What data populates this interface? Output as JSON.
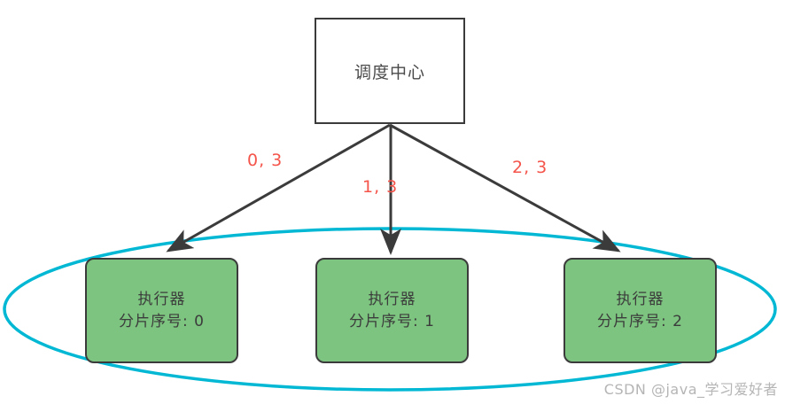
{
  "diagram": {
    "type": "flow-diagram",
    "scheduler": {
      "label": "调度中心",
      "shape": "rectangle",
      "fill": "#ffffff",
      "stroke": "#3b3b3b"
    },
    "group_ellipse": {
      "stroke": "#00b8d4",
      "fill": "none"
    },
    "executors": [
      {
        "title": "执行器",
        "shard": "分片序号: 0",
        "fill": "#7cc47f",
        "stroke": "#3b3b3b"
      },
      {
        "title": "执行器",
        "shard": "分片序号: 1",
        "fill": "#7cc47f",
        "stroke": "#3b3b3b"
      },
      {
        "title": "执行器",
        "shard": "分片序号: 2",
        "fill": "#7cc47f",
        "stroke": "#3b3b3b"
      }
    ],
    "edges": [
      {
        "label": "0, 3",
        "color": "#f4544a",
        "from": "scheduler",
        "to": "executor-0"
      },
      {
        "label": "1, 3",
        "color": "#f4544a",
        "from": "scheduler",
        "to": "executor-1"
      },
      {
        "label": "2, 3",
        "color": "#f4544a",
        "from": "scheduler",
        "to": "executor-2"
      }
    ],
    "arrow_color": "#3b3b3b"
  },
  "watermark": {
    "text": "CSDN @java_学习爱好者",
    "color": "#b5b5b5"
  }
}
